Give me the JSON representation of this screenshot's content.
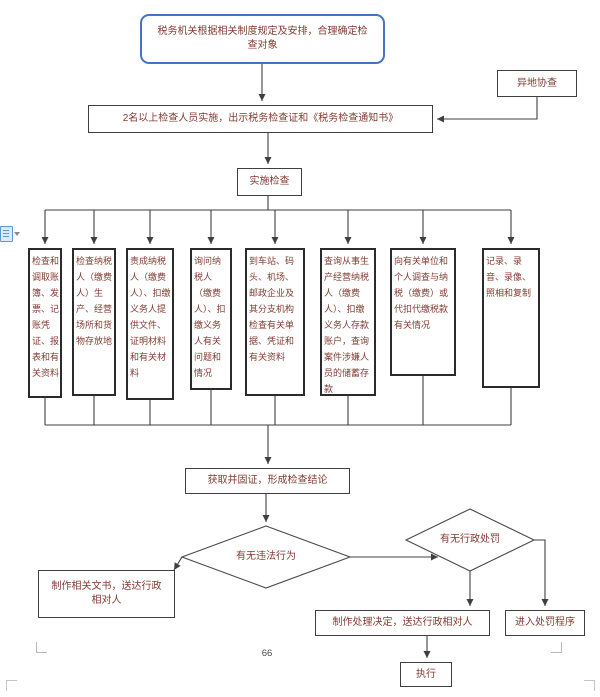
{
  "page": {
    "number": "66"
  },
  "colors": {
    "accent_blue": "#4472c4",
    "text_red": "#823b32",
    "line": "#3f3f3f"
  },
  "icons": {
    "side_icon": "document-page-with-caret"
  },
  "flowchart": {
    "start": "税务机关根据相关制度规定及安排，合理确定检查对象",
    "remote_assist": "异地协查",
    "inspectors": "2名以上检查人员实施，出示税务检查证和《税务检查通知书》",
    "implement": "实施检查",
    "methods": [
      "检查和调取账簿、发票、记账凭证、报表和有关资料",
      "检查纳税人（缴费人）生产、经营场所和货物存放地",
      "责成纳税人（缴费人）、扣缴义务人提供文件、证明材料和有关材料",
      "询问纳税人（缴费人）、扣缴义务人有关问题和情况",
      "到车站、码头、机场、邮政企业及其分支机构检查有关单据、凭证和有关资料",
      "查询从事生产经营纳税人（缴费人）、扣缴义务人存款账户，查询案件涉嫌人员的储蓄存款",
      "向有关单位和个人调查与纳税（缴费）或代扣代缴税款有关情况",
      "记录、录音、录像、照相和复制"
    ],
    "conclusion": "获取并固证，形成检查结论",
    "decision_illegal": "有无违法行为",
    "decision_penalty": "有无行政处罚",
    "make_documents": "制作相关文书，送达行政相对人",
    "make_decision": "制作处理决定，送达行政相对人",
    "enter_penalty": "进入处罚程序",
    "execute": "执行"
  }
}
